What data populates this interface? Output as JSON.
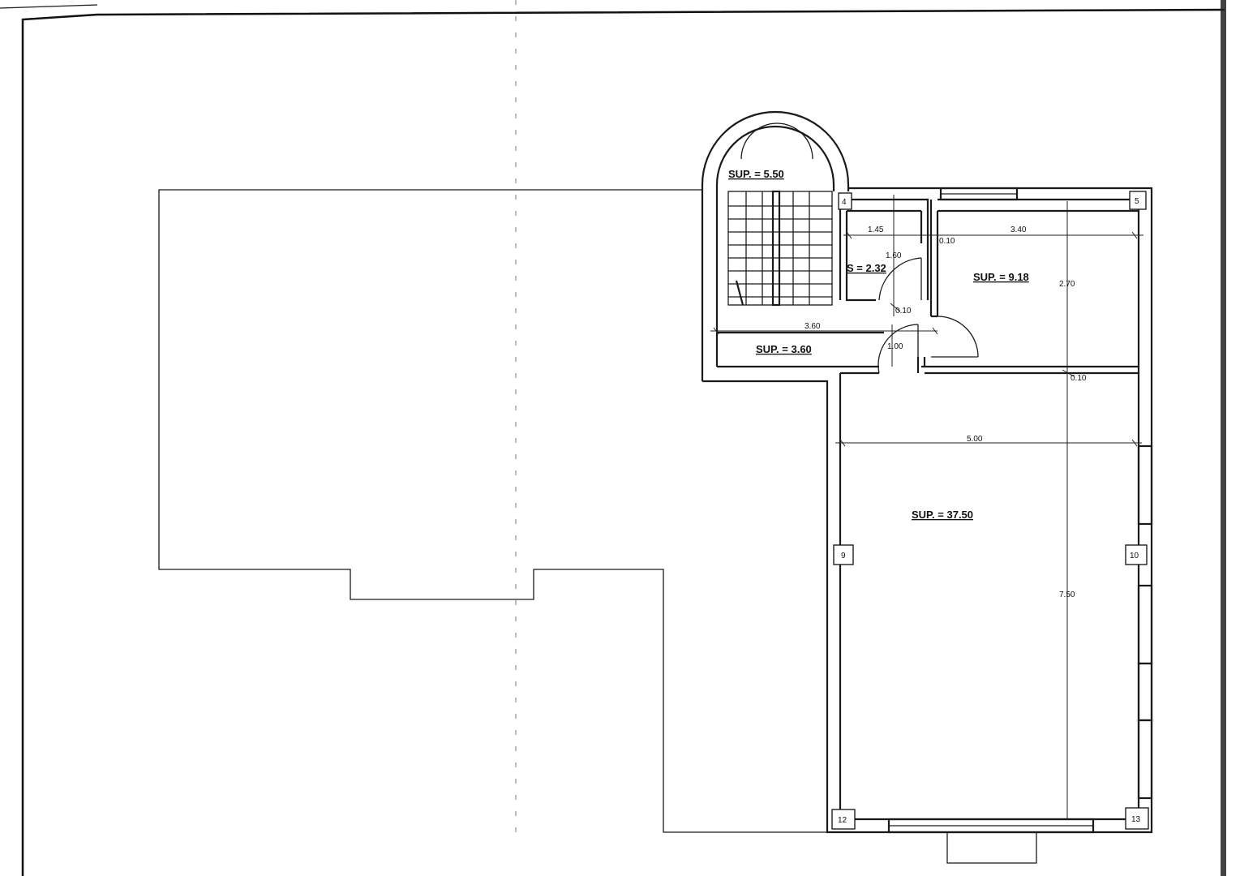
{
  "areas": {
    "stair": "SUP. = 5.50",
    "small_room": "S = 2.32",
    "room_upper": "SUP. = 9.18",
    "hall": "SUP. = 3.60",
    "main_room": "SUP. = 37.50"
  },
  "dimensions": {
    "d_145": "1.45",
    "d_160": "1.60",
    "d_340": "3.40",
    "d_270": "2.70",
    "d_010_a": "0.10",
    "d_010_b": "0.10",
    "d_010_c": "0.10",
    "d_360": "3.60",
    "d_100": "1.00",
    "d_500": "5.00",
    "d_750": "7.50"
  },
  "columns": {
    "c4": "4",
    "c5": "5",
    "c9": "9",
    "c10": "10",
    "c12": "12",
    "c13": "13"
  }
}
